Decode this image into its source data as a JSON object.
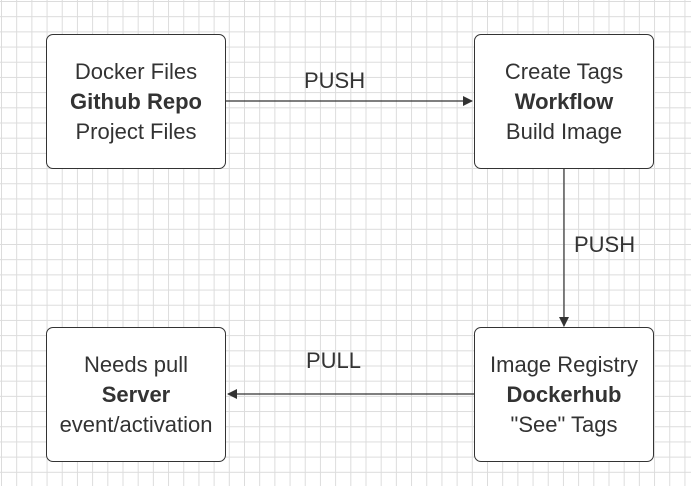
{
  "nodes": {
    "github": {
      "line1": "Docker Files",
      "line2": "Github Repo",
      "line3": "Project Files"
    },
    "workflow": {
      "line1": "Create Tags",
      "line2": "Workflow",
      "line3": "Build Image"
    },
    "server": {
      "line1": "Needs pull",
      "line2": "Server",
      "line3": "event/activation"
    },
    "registry": {
      "line1": "Image Registry",
      "line2": "Dockerhub",
      "line3": "\"See\" Tags"
    }
  },
  "edges": {
    "github_to_workflow": "PUSH",
    "workflow_to_registry": "PUSH",
    "registry_to_server": "PULL"
  },
  "colors": {
    "line": "#333333",
    "grid": "#dcdcdc"
  }
}
